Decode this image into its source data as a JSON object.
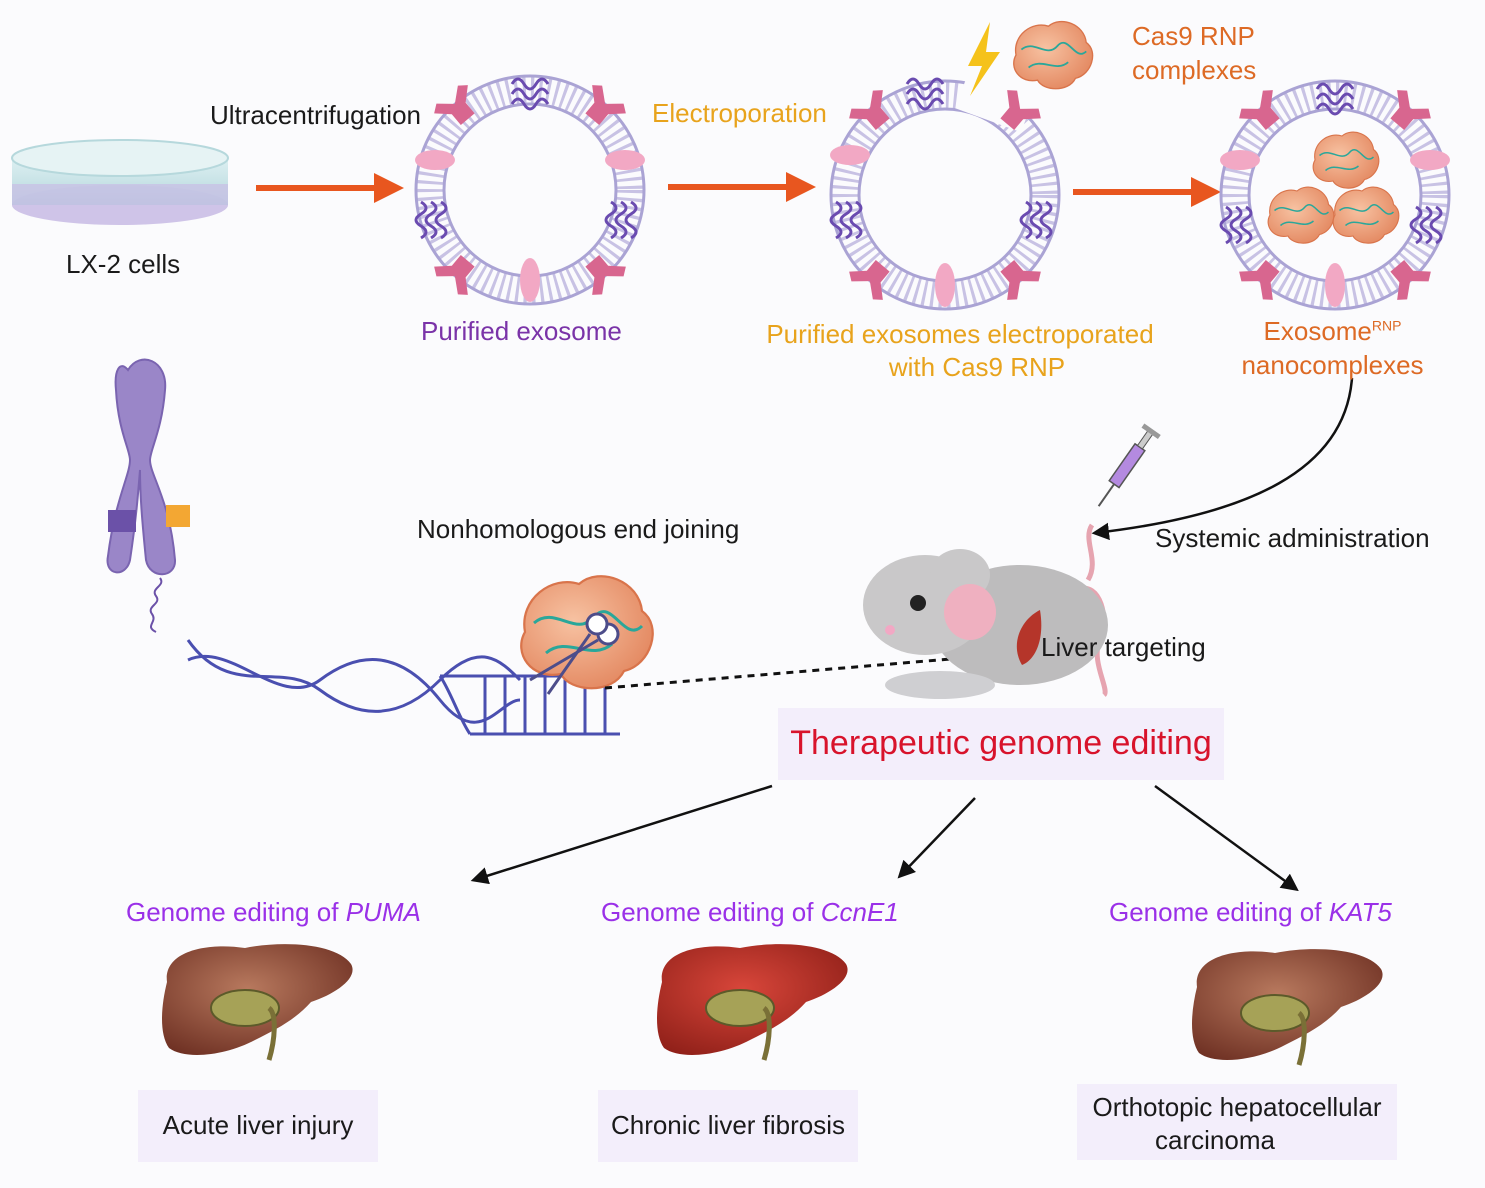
{
  "labels": {
    "ultracentrifugation": "Ultracentrifugation",
    "electroporation": "Electroporation",
    "cas9_rnp_line1": "Cas9 RNP",
    "cas9_rnp_line2": "complexes",
    "lx2_cells": "LX-2 cells",
    "purified_exosome": "Purified exosome",
    "electroporated_line1": "Purified exosomes electroporated",
    "electroporated_line2": "with Cas9 RNP",
    "exosome_word": "Exosome",
    "exosome_sup": "RNP",
    "nanocomplexes": "nanocomplexes",
    "nhej": "Nonhomologous end joining",
    "systemic_administration": "Systemic administration",
    "liver_targeting": "Liver targeting",
    "therapeutic": "Therapeutic genome editing"
  },
  "targets": [
    {
      "prefix": "Genome editing of ",
      "gene": "PUMA",
      "outcome": "Acute liver injury"
    },
    {
      "prefix": "Genome editing of ",
      "gene": "CcnE1",
      "outcome": "Chronic liver fibrosis"
    },
    {
      "prefix": "Genome editing of ",
      "gene": "KAT5",
      "outcome_line1": "Orthotopic hepatocellular",
      "outcome_line2": "carcinoma"
    }
  ],
  "colors": {
    "arrow_orange": "#e8561f",
    "membrane": "#b9b3dc",
    "protein_pink": "#d8668f",
    "rnp_orange": "#f0a37f",
    "chromosome": "#9a86c8",
    "dna_blue": "#4a4fb0",
    "liver_red": "#b5352a"
  }
}
